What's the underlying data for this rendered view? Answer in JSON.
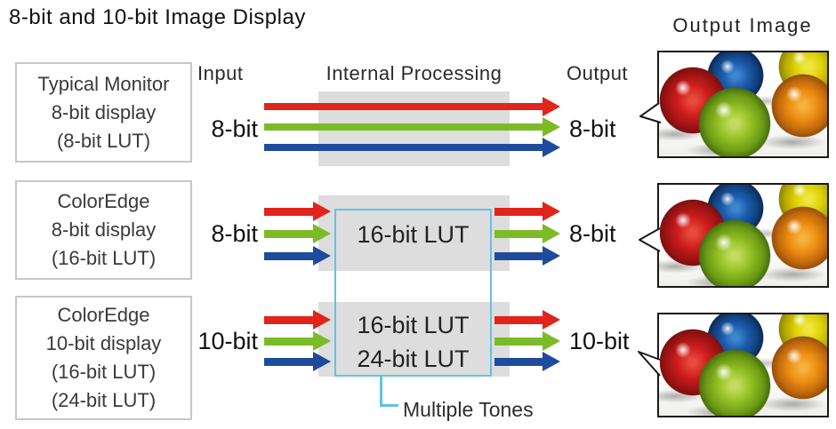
{
  "title": "8-bit and 10-bit Image Display",
  "output_image_label": "Output Image",
  "column_headers": {
    "input": "Input",
    "processing": "Internal Processing",
    "output": "Output"
  },
  "rows": [
    {
      "monitor": [
        "Typical Monitor",
        "8-bit display",
        "(8-bit LUT)"
      ],
      "input_label": "8-bit",
      "output_label": "8-bit"
    },
    {
      "monitor": [
        "ColorEdge",
        "8-bit display",
        "(16-bit LUT)"
      ],
      "input_label": "8-bit",
      "output_label": "8-bit",
      "lut_label": "16-bit LUT"
    },
    {
      "monitor": [
        "ColorEdge",
        "10-bit display",
        "(16-bit LUT)",
        "(24-bit LUT)"
      ],
      "input_label": "10-bit",
      "output_label": "10-bit",
      "lut_labels": [
        "16-bit LUT",
        "24-bit LUT"
      ]
    }
  ],
  "annotations": {
    "multiple_tones": "Multiple Tones"
  },
  "colors": {
    "red_arrow": "#e1251c",
    "green_arrow": "#7dba28",
    "blue_arrow": "#1f4b9c",
    "processing_box": "#dddddd",
    "lut_outline": "#63c1e6"
  }
}
